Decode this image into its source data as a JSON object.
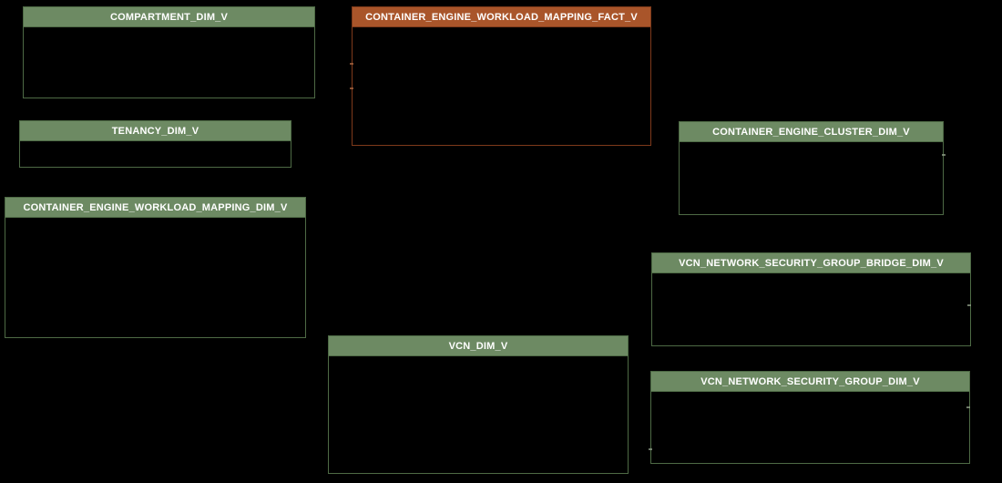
{
  "diagram": {
    "kind": "database-schema-diagram",
    "background_color": "#000000",
    "colors": {
      "dimension_header": "#6d8a63",
      "dimension_border": "#4e6a45",
      "fact_header": "#a9552a",
      "fact_border": "#7e3a1b",
      "header_text": "#ffffff"
    },
    "entities": [
      {
        "name": "COMPARTMENT_DIM_V",
        "kind": "dimension"
      },
      {
        "name": "CONTAINER_ENGINE_WORKLOAD_MAPPING_FACT_V",
        "kind": "fact"
      },
      {
        "name": "TENANCY_DIM_V",
        "kind": "dimension"
      },
      {
        "name": "CONTAINER_ENGINE_WORKLOAD_MAPPING_DIM_V",
        "kind": "dimension"
      },
      {
        "name": "CONTAINER_ENGINE_CLUSTER_DIM_V",
        "kind": "dimension"
      },
      {
        "name": "VCN_NETWORK_SECURITY_GROUP_BRIDGE_DIM_V",
        "kind": "dimension"
      },
      {
        "name": "VCN_NETWORK_SECURITY_GROUP_DIM_V",
        "kind": "dimension"
      },
      {
        "name": "VCN_DIM_V",
        "kind": "dimension"
      }
    ]
  }
}
